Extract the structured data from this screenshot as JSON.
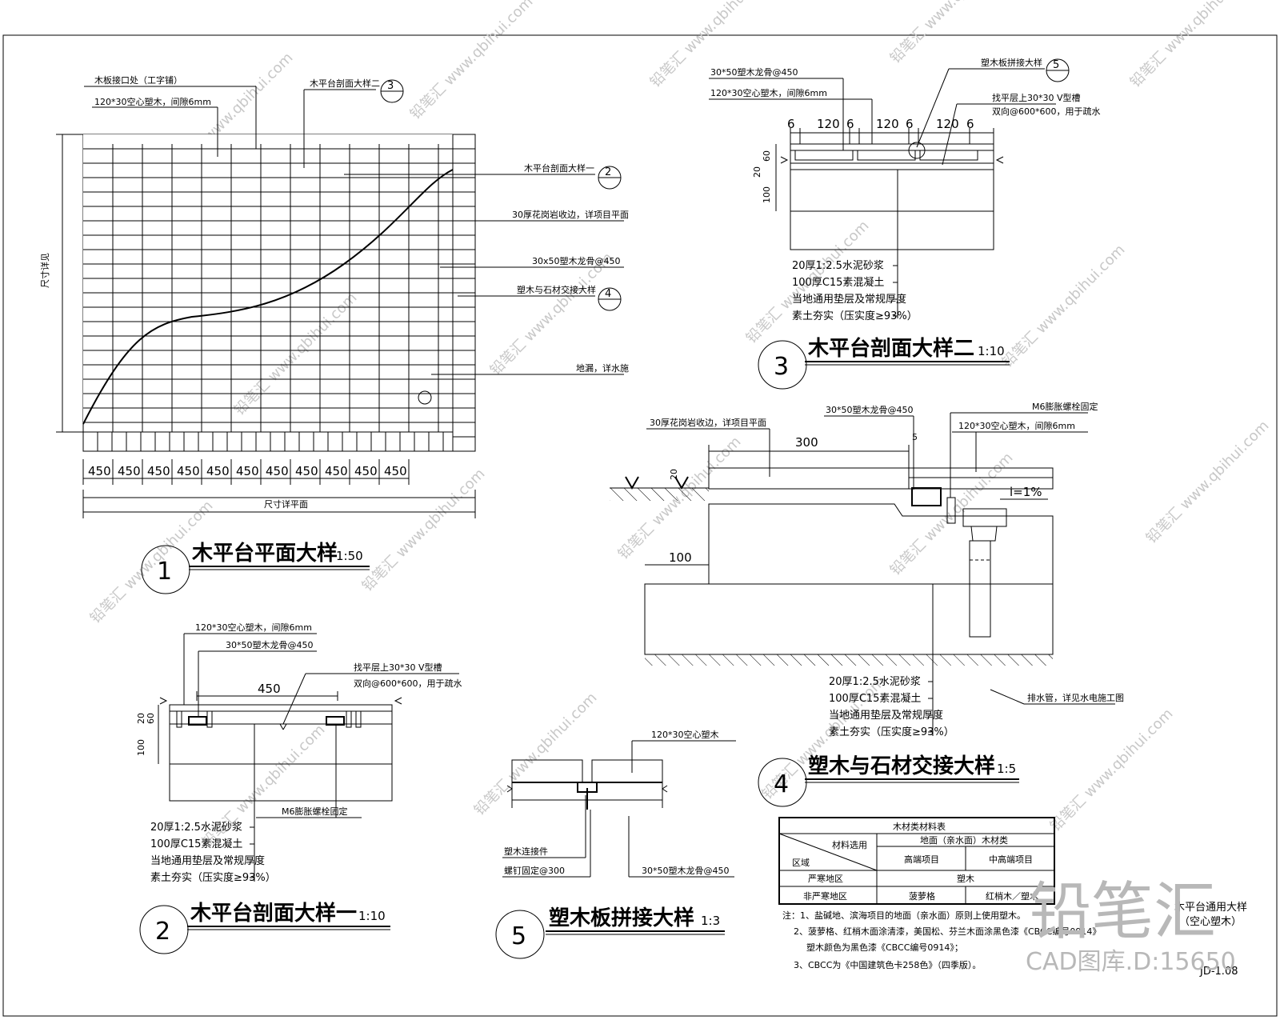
{
  "detail1": {
    "num": "1",
    "title": "木平台平面大样",
    "scale": "1:50",
    "labels": {
      "joint": "木板接口处（工字铺）",
      "board": "120*30空心塑木，间隙6mm",
      "ref3_text": "木平台剖面大样二",
      "ref3_num": "3",
      "ref2_text": "木平台剖面大样一",
      "ref2_num": "2",
      "granite": "30厚花岗岩收边，详项目平面",
      "joist": "30x50塑木龙骨@450",
      "ref4_text": "塑木与石材交接大样",
      "ref4_num": "4",
      "drain": "地漏，详水施",
      "size_v": "尺寸详见",
      "size_h": "尺寸详平面",
      "ref_dash": "—"
    },
    "spacing": [
      "450",
      "450",
      "450",
      "450",
      "450",
      "450",
      "450",
      "450",
      "450",
      "450",
      "450"
    ]
  },
  "detail2": {
    "num": "2",
    "title": "木平台剖面大样一",
    "scale": "1:10",
    "labels": {
      "board": "120*30空心塑木，间隙6mm",
      "joist": "30*50塑木龙骨@450",
      "groove": "找平层上30*30 V型槽",
      "groove2": "双向@600*600，用于疏水",
      "span": "450",
      "bolt": "M6膨胀螺栓固定",
      "d20": "20",
      "d60": "60",
      "d100": "100"
    },
    "layers": [
      "20厚1:2.5水泥砂浆",
      "100厚C15素混凝土",
      "当地通用垫层及常规厚度",
      "素土夯实（压实度≥93%）"
    ]
  },
  "detail3": {
    "num": "3",
    "title": "木平台剖面大样二",
    "scale": "1:10",
    "labels": {
      "joist": "30*50塑木龙骨@450",
      "board": "120*30空心塑木，间隙6mm",
      "ref5_text": "塑木板拼接大样",
      "ref5_num": "5",
      "groove": "找平层上30*30 V型槽",
      "groove2": "双向@600*600，用于疏水",
      "d20": "20",
      "d60": "60",
      "d100": "100"
    },
    "dims": [
      "6",
      "120",
      "6",
      "120",
      "6",
      "120",
      "6"
    ],
    "layers": [
      "20厚1:2.5水泥砂浆",
      "100厚C15素混凝土",
      "当地通用垫层及常规厚度",
      "素土夯实（压实度≥93%）"
    ]
  },
  "detail4": {
    "num": "4",
    "title": "塑木与石材交接大样",
    "scale": "1:5",
    "labels": {
      "granite": "30厚花岗岩收边，详项目平面",
      "joist": "30*50塑木龙骨@450",
      "bolt": "M6膨胀螺栓固定",
      "board": "120*30空心塑木，间隙6mm",
      "d300": "300",
      "d5": "5",
      "d20": "20",
      "d100": "100",
      "slope": "i=1%",
      "pipe": "排水管，详见水电施工图"
    },
    "layers": [
      "20厚1:2.5水泥砂浆",
      "100厚C15素混凝土",
      "当地通用垫层及常规厚度",
      "素土夯实（压实度≥93%）"
    ]
  },
  "detail5": {
    "num": "5",
    "title": "塑木板拼接大样",
    "scale": "1:3",
    "labels": {
      "board": "120*30空心塑木",
      "connector": "塑木连接件",
      "nail": "螺钉固定@300",
      "joist": "30*50塑木龙骨@450"
    }
  },
  "table": {
    "title": "木材类材料表",
    "h_sel": "材料选用",
    "h_region": "区域",
    "h_surface": "地面（亲水面）木材类",
    "h_high": "高端项目",
    "h_mid": "中高端项目",
    "row1_region": "严寒地区",
    "row1_val": "塑木",
    "row2_region": "非严寒地区",
    "row2_high": "菠萝格",
    "row2_mid": "红梢木／塑木"
  },
  "notes": [
    "注：1、盐碱地、滨海项目的地面（亲水面）原则上使用塑木。",
    "2、菠萝格、红梢木面涂清漆，美国松、芬兰木面涂黑色漆《CBCC编号0914》",
    "塑木颜色为黑色漆《CBCC编号0914》；",
    "3、CBCC为《中国建筑色卡258色》（四季版）。"
  ],
  "sheet_title": "木平台通用大样",
  "sheet_subtitle": "（空心塑木）",
  "sheet_no": "JD-1.08",
  "watermark": "铅笔汇 www.qbihui.com",
  "brand": "铅笔汇",
  "brand_id": "CAD图库.D:15650"
}
